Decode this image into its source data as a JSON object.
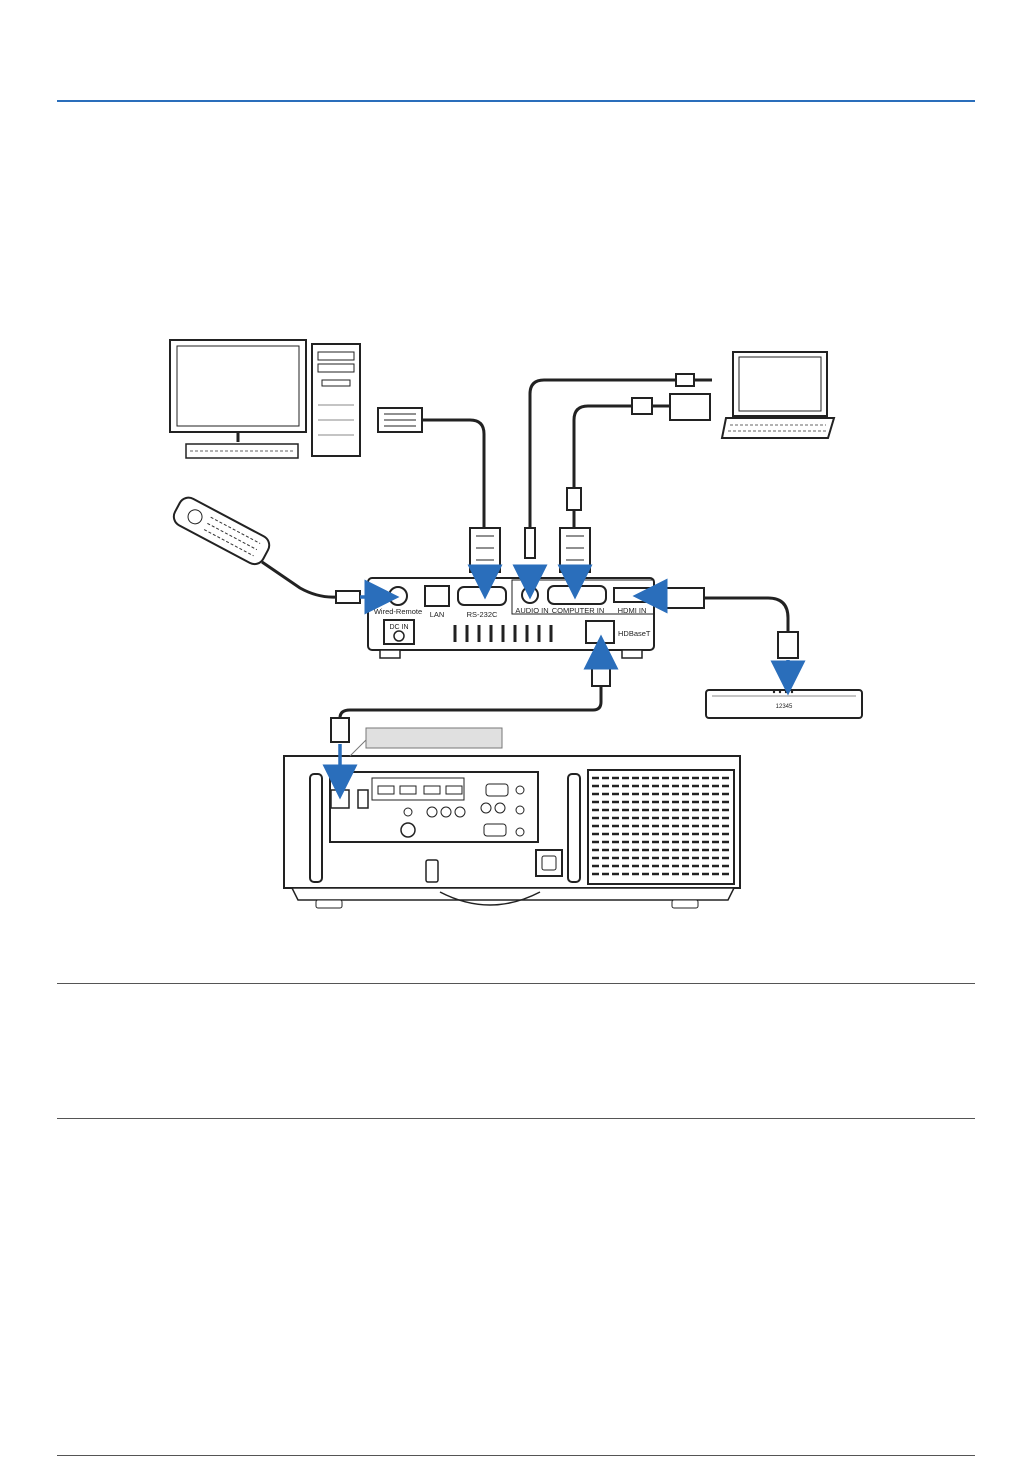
{
  "diagram": {
    "box_labels": {
      "wired_remote": "Wired-Remote",
      "lan": "LAN",
      "rs232c": "RS-232C",
      "audio_in": "AUDIO IN",
      "computer_in": "COMPUTER IN",
      "hdmi_in": "HDMI IN",
      "dc_in": "DC IN",
      "hdbaset": "HDBaseT"
    },
    "player_label": "12345",
    "colors": {
      "arrow": "#2a6ebb",
      "cable": "#222222",
      "rule_accent": "#2a6ebb"
    }
  }
}
